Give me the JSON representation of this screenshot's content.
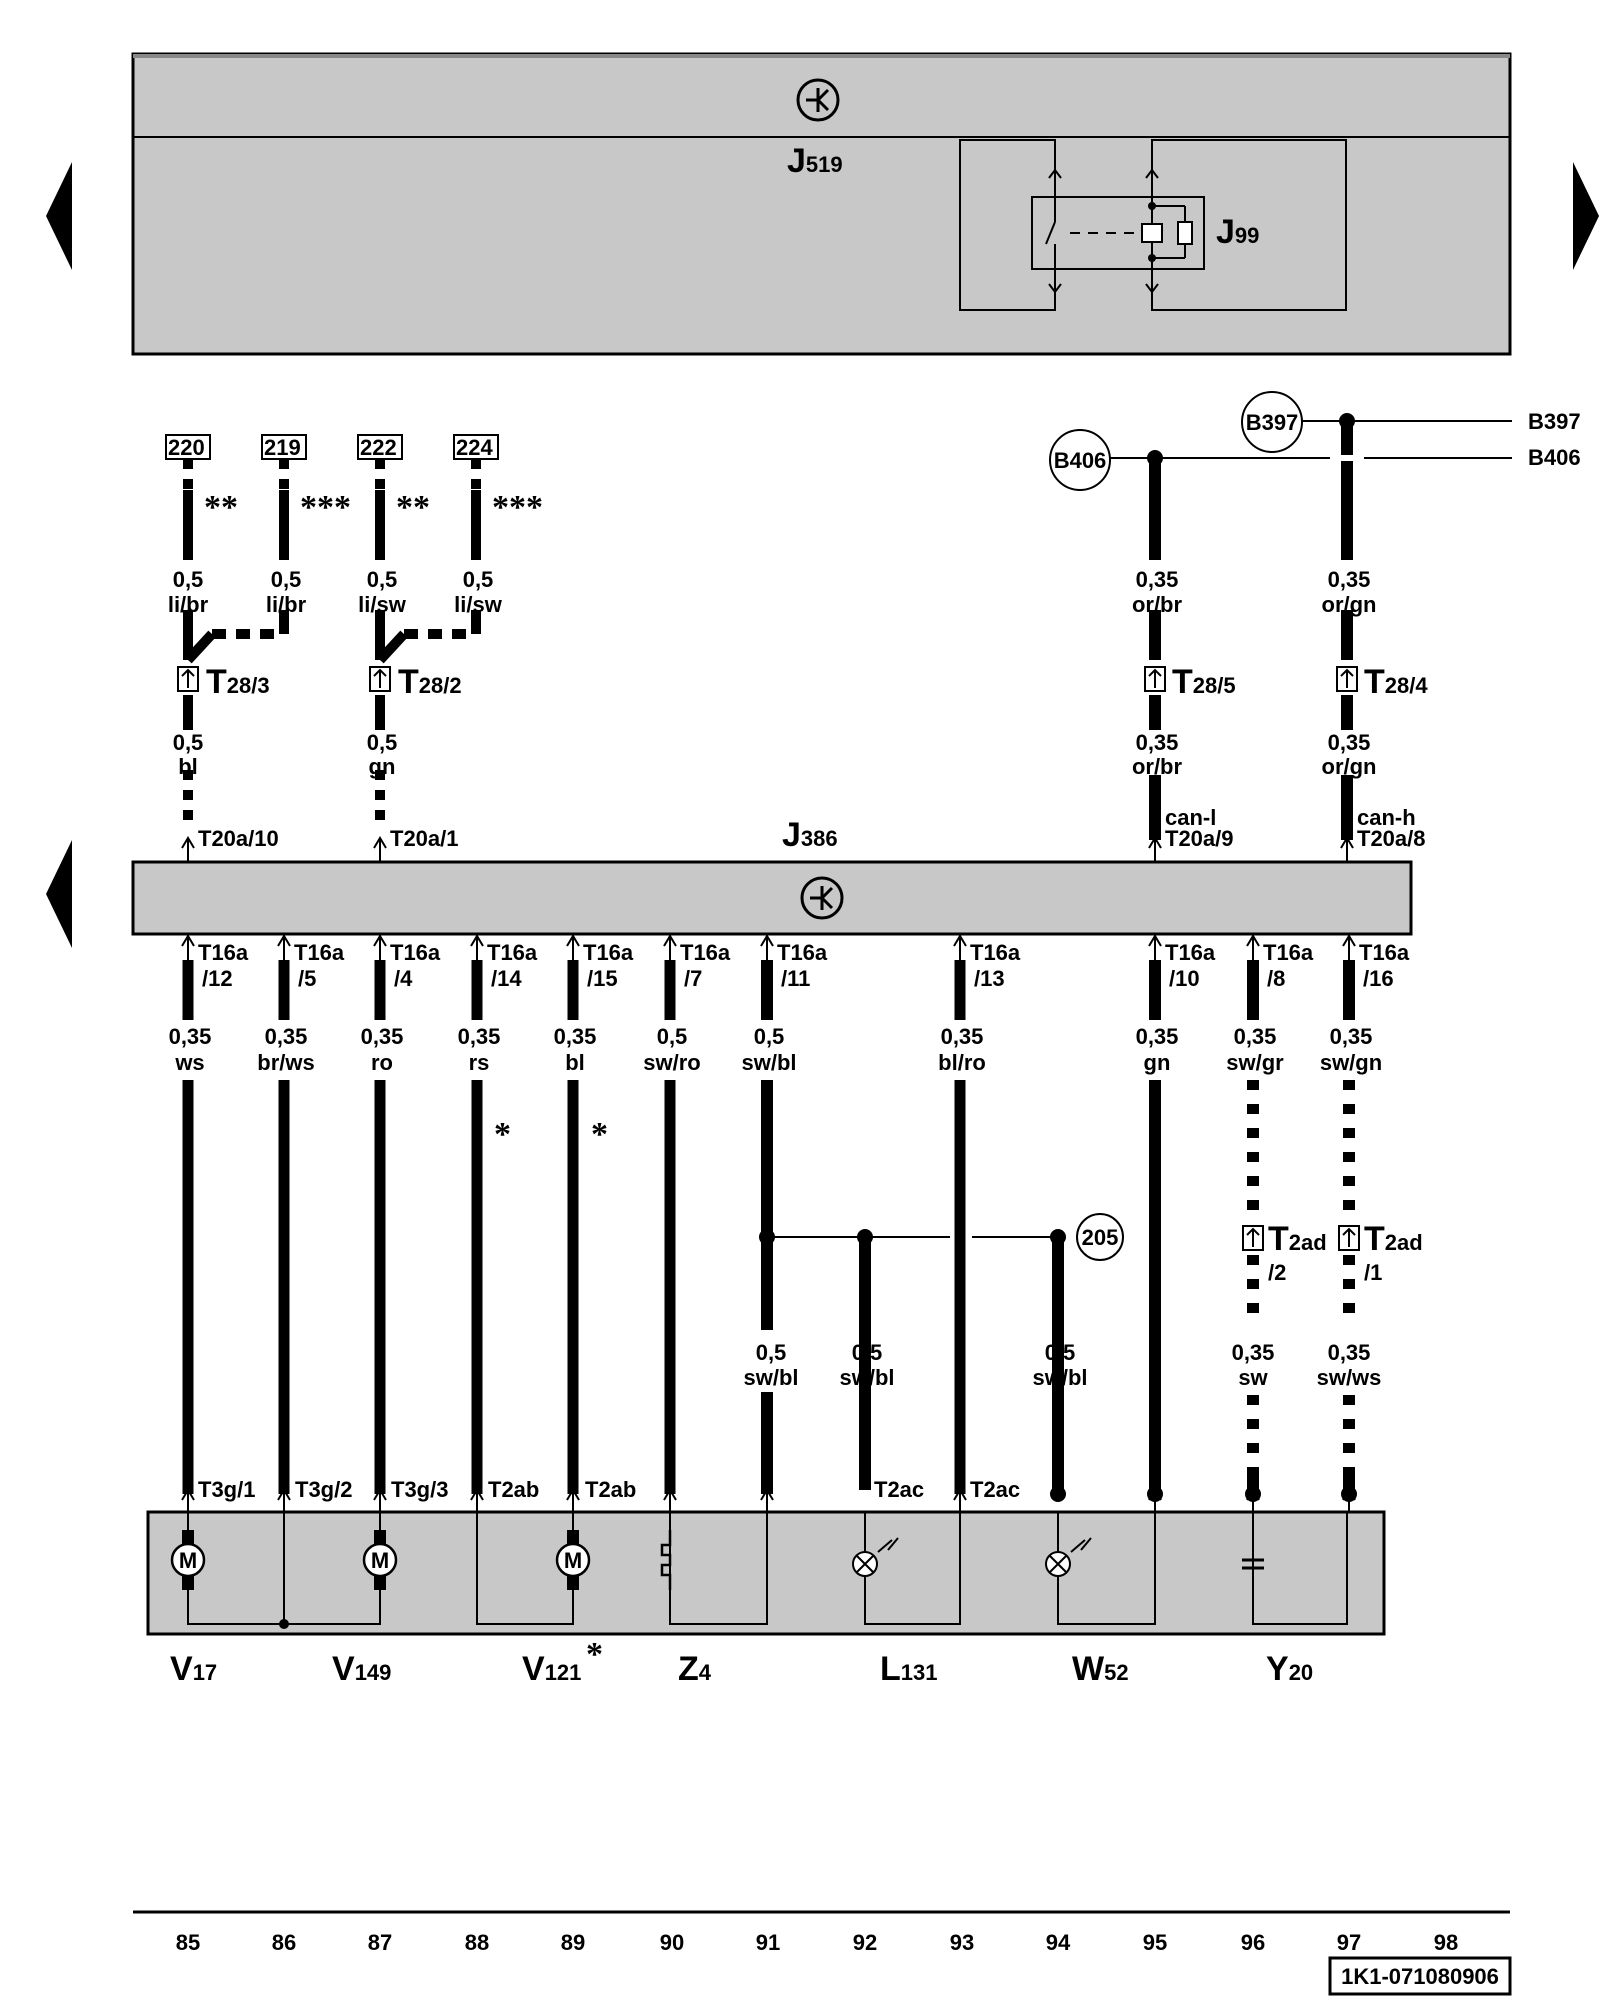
{
  "components": {
    "j519": {
      "letter": "J",
      "num": "519"
    },
    "j99": {
      "letter": "J",
      "num": "99"
    },
    "j386": {
      "letter": "J",
      "num": "386"
    },
    "v17": {
      "letter": "V",
      "num": "17"
    },
    "v149": {
      "letter": "V",
      "num": "149"
    },
    "v121": {
      "letter": "V",
      "num": "121",
      "mark": "*"
    },
    "z4": {
      "letter": "Z",
      "num": "4"
    },
    "l131": {
      "letter": "L",
      "num": "131"
    },
    "w52": {
      "letter": "W",
      "num": "52"
    },
    "y20": {
      "letter": "Y",
      "num": "20"
    }
  },
  "refs": {
    "r220": "220",
    "r219": "219",
    "r222": "222",
    "r224": "224",
    "b406": "B406",
    "b397": "B397",
    "c205": "205",
    "b397_out": "B397",
    "b406_out": "B406"
  },
  "stars": {
    "s1": "**",
    "s2": "***",
    "s3": "**",
    "s4": "***",
    "s88": "*",
    "s89": "*"
  },
  "top_wires": {
    "w1": {
      "size": "0,5",
      "color": "li/br"
    },
    "w2": {
      "size": "0,5",
      "color": "li/br"
    },
    "w3": {
      "size": "0,5",
      "color": "li/sw"
    },
    "w4": {
      "size": "0,5",
      "color": "li/sw"
    },
    "w5": {
      "size": "0,35",
      "color": "or/br"
    },
    "w6": {
      "size": "0,35",
      "color": "or/gn"
    }
  },
  "connectors_t28": {
    "a": {
      "name": "T",
      "pin": "28/3"
    },
    "b": {
      "name": "T",
      "pin": "28/2"
    },
    "c": {
      "name": "T",
      "pin": "28/5"
    },
    "d": {
      "name": "T",
      "pin": "28/4"
    }
  },
  "mid_wires": {
    "m1": {
      "size": "0,5",
      "color": "bl"
    },
    "m2": {
      "size": "0,5",
      "color": "gn"
    },
    "m3": {
      "size": "0,35",
      "color": "or/br"
    },
    "m4": {
      "size": "0,35",
      "color": "or/gn"
    }
  },
  "t20a": {
    "p1": "T20a/10",
    "p2": "T20a/1",
    "p3": "T20a/9",
    "p4": "T20a/8",
    "canl": "can-l",
    "canh": "can-h"
  },
  "t16a": [
    {
      "name": "T16a",
      "pin": "/12"
    },
    {
      "name": "T16a",
      "pin": "/5"
    },
    {
      "name": "T16a",
      "pin": "/4"
    },
    {
      "name": "T16a",
      "pin": "/14"
    },
    {
      "name": "T16a",
      "pin": "/15"
    },
    {
      "name": "T16a",
      "pin": "/7"
    },
    {
      "name": "T16a",
      "pin": "/11"
    },
    {
      "name": "T16a",
      "pin": "/13"
    },
    {
      "name": "T16a",
      "pin": "/10"
    },
    {
      "name": "T16a",
      "pin": "/8"
    },
    {
      "name": "T16a",
      "pin": "/16"
    }
  ],
  "bottom_wires": [
    {
      "size": "0,35",
      "color": "ws"
    },
    {
      "size": "0,35",
      "color": "br/ws"
    },
    {
      "size": "0,35",
      "color": "ro"
    },
    {
      "size": "0,35",
      "color": "rs"
    },
    {
      "size": "0,35",
      "color": "bl"
    },
    {
      "size": "0,5",
      "color": "sw/ro"
    },
    {
      "size": "0,5",
      "color": "sw/bl"
    },
    {
      "size": "0,35",
      "color": "bl/ro"
    },
    {
      "size": "0,35",
      "color": "gn"
    },
    {
      "size": "0,35",
      "color": "sw/gr"
    },
    {
      "size": "0,35",
      "color": "sw/gn"
    }
  ],
  "t2ad": {
    "a": {
      "name": "T",
      "sub": "2ad",
      "pin": "/2"
    },
    "b": {
      "name": "T",
      "sub": "2ad",
      "pin": "/1"
    }
  },
  "low_wires": {
    "l1": {
      "size": "0,5",
      "color": "sw/bl"
    },
    "l2": {
      "size": "0,5",
      "color": "sw/bl"
    },
    "l3": {
      "size": "0,5",
      "color": "sw/bl"
    },
    "l4": {
      "size": "0,35",
      "color": "sw"
    },
    "l5": {
      "size": "0,35",
      "color": "sw/ws"
    }
  },
  "device_conn": {
    "c1": "T3g/1",
    "c2": "T3g/2",
    "c3": "T3g/3",
    "c4": "T2ab",
    "c5": "T2ab",
    "c6": "T2ac",
    "c7": "T2ac"
  },
  "motor": "M",
  "columns": [
    "85",
    "86",
    "87",
    "88",
    "89",
    "90",
    "91",
    "92",
    "93",
    "94",
    "95",
    "96",
    "97",
    "98"
  ],
  "doc_code": "1K1-071080906"
}
